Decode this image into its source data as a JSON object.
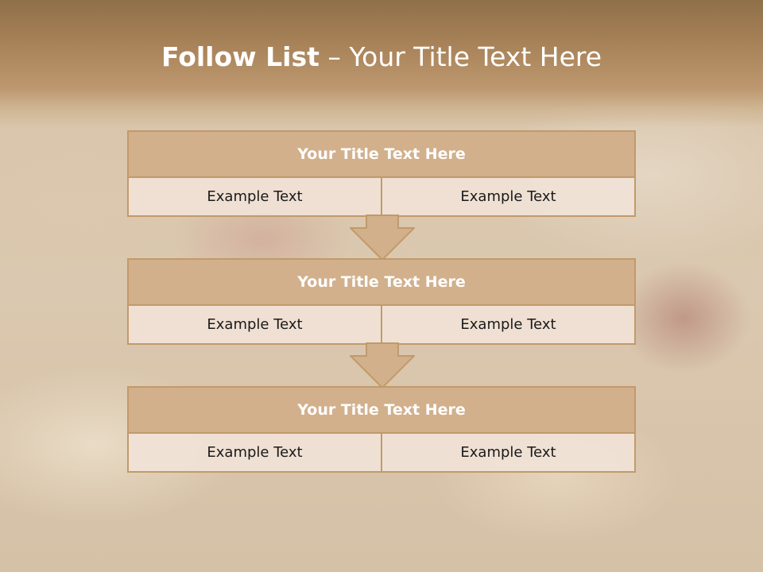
{
  "slide": {
    "title_bold": "Follow List",
    "title_rest": " – Your Title Text Here"
  },
  "blocks": [
    {
      "title": "Your Title Text Here",
      "left": "Example Text",
      "right": "Example Text"
    },
    {
      "title": "Your Title Text Here",
      "left": "Example Text",
      "right": "Example Text"
    },
    {
      "title": "Your Title Text Here",
      "left": "Example Text",
      "right": "Example Text"
    }
  ],
  "colors": {
    "header_fill": "#d2b08c",
    "border": "#c19a6b",
    "row_fill": "#f0e2d6",
    "top_band": "#a88258"
  }
}
